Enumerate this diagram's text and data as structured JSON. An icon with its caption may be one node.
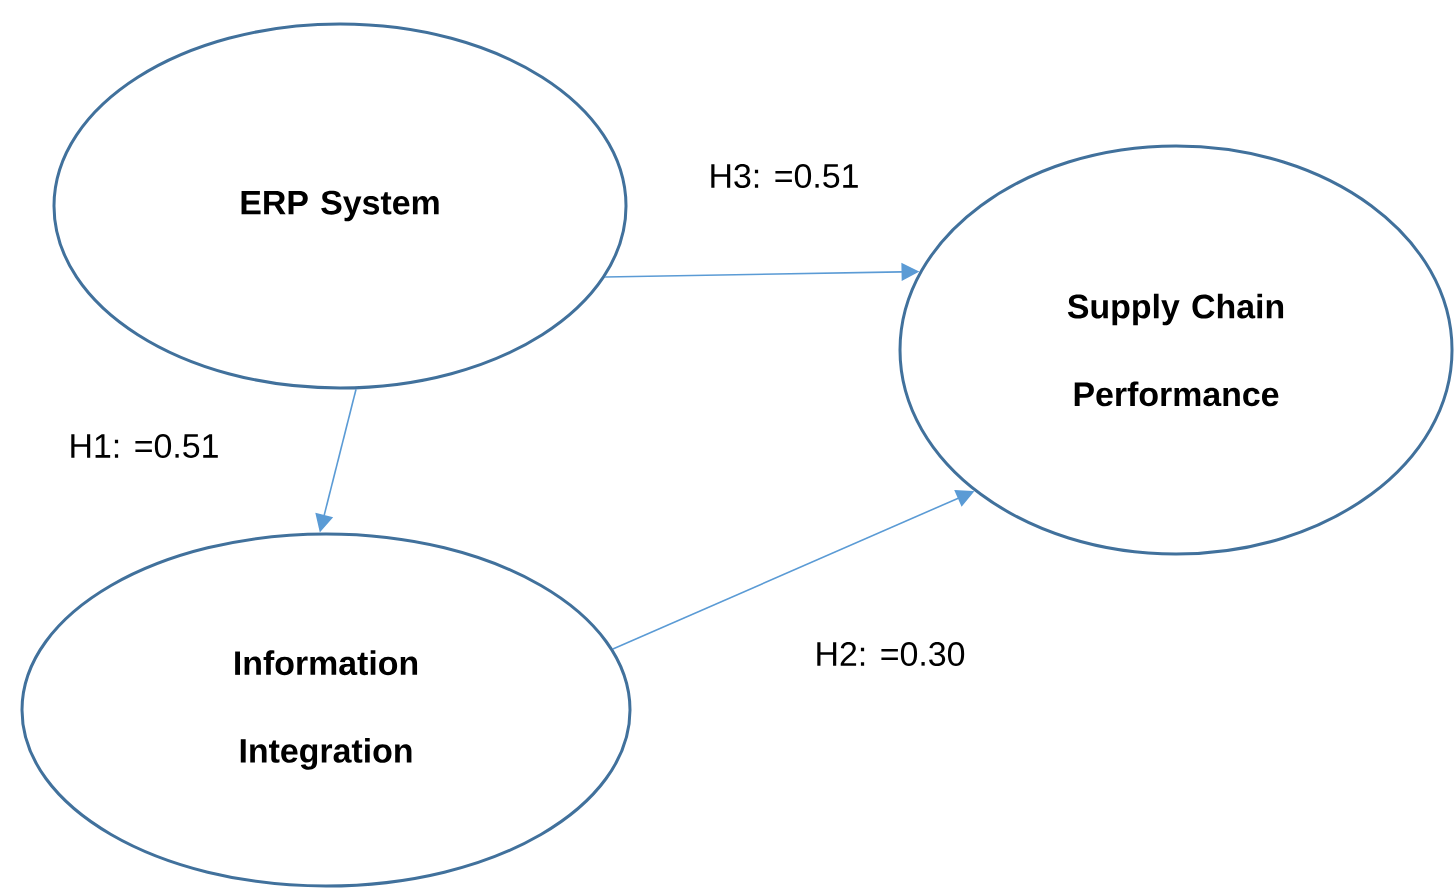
{
  "diagram": {
    "nodes": [
      {
        "text": [
          "ERP System"
        ]
      },
      {
        "text": [
          "Information Integration"
        ]
      },
      {
        "text": [
          "Supply Chain Performance"
        ]
      }
    ],
    "edges": [
      {
        "from": 0,
        "to": 1,
        "arrow": "to",
        "label": "H1: =0.51"
      },
      {
        "from": 1,
        "to": 2,
        "arrow": "to",
        "label": "H2: =0.30"
      },
      {
        "from": 0,
        "to": 2,
        "arrow": "to",
        "label": "H3: =0.51"
      }
    ]
  }
}
